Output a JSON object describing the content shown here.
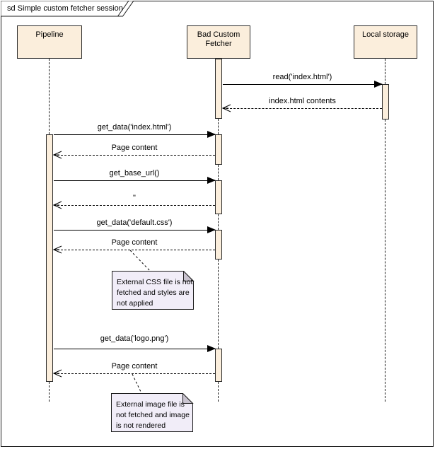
{
  "frame": {
    "title": "sd Simple custom fetcher session"
  },
  "actors": [
    {
      "name": "Pipeline"
    },
    {
      "name": "Bad Custom Fetcher"
    },
    {
      "name": "Local storage"
    }
  ],
  "messages": [
    {
      "label": "read('index.html')",
      "type": "sync"
    },
    {
      "label": "index.html contents",
      "type": "return"
    },
    {
      "label": "get_data('index.html')",
      "type": "sync"
    },
    {
      "label": "Page content",
      "type": "return"
    },
    {
      "label": "get_base_url()",
      "type": "sync"
    },
    {
      "label": "\"",
      "type": "return"
    },
    {
      "label": "get_data('default.css')",
      "type": "sync"
    },
    {
      "label": "Page content",
      "type": "return"
    },
    {
      "label": "get_data('logo.png')",
      "type": "sync"
    },
    {
      "label": "Page content",
      "type": "return"
    }
  ],
  "notes": [
    {
      "lines": [
        "External CSS file is not",
        "fetched and styles are",
        "not applied"
      ]
    },
    {
      "lines": [
        "External image file is",
        "not fetched and image",
        "is not rendered"
      ]
    }
  ],
  "colors": {
    "lifeline_fill": "#fbeedc",
    "note_fill": "#f1edf8",
    "note_fold": "#c9c3cf",
    "border": "#1c1c1c"
  }
}
